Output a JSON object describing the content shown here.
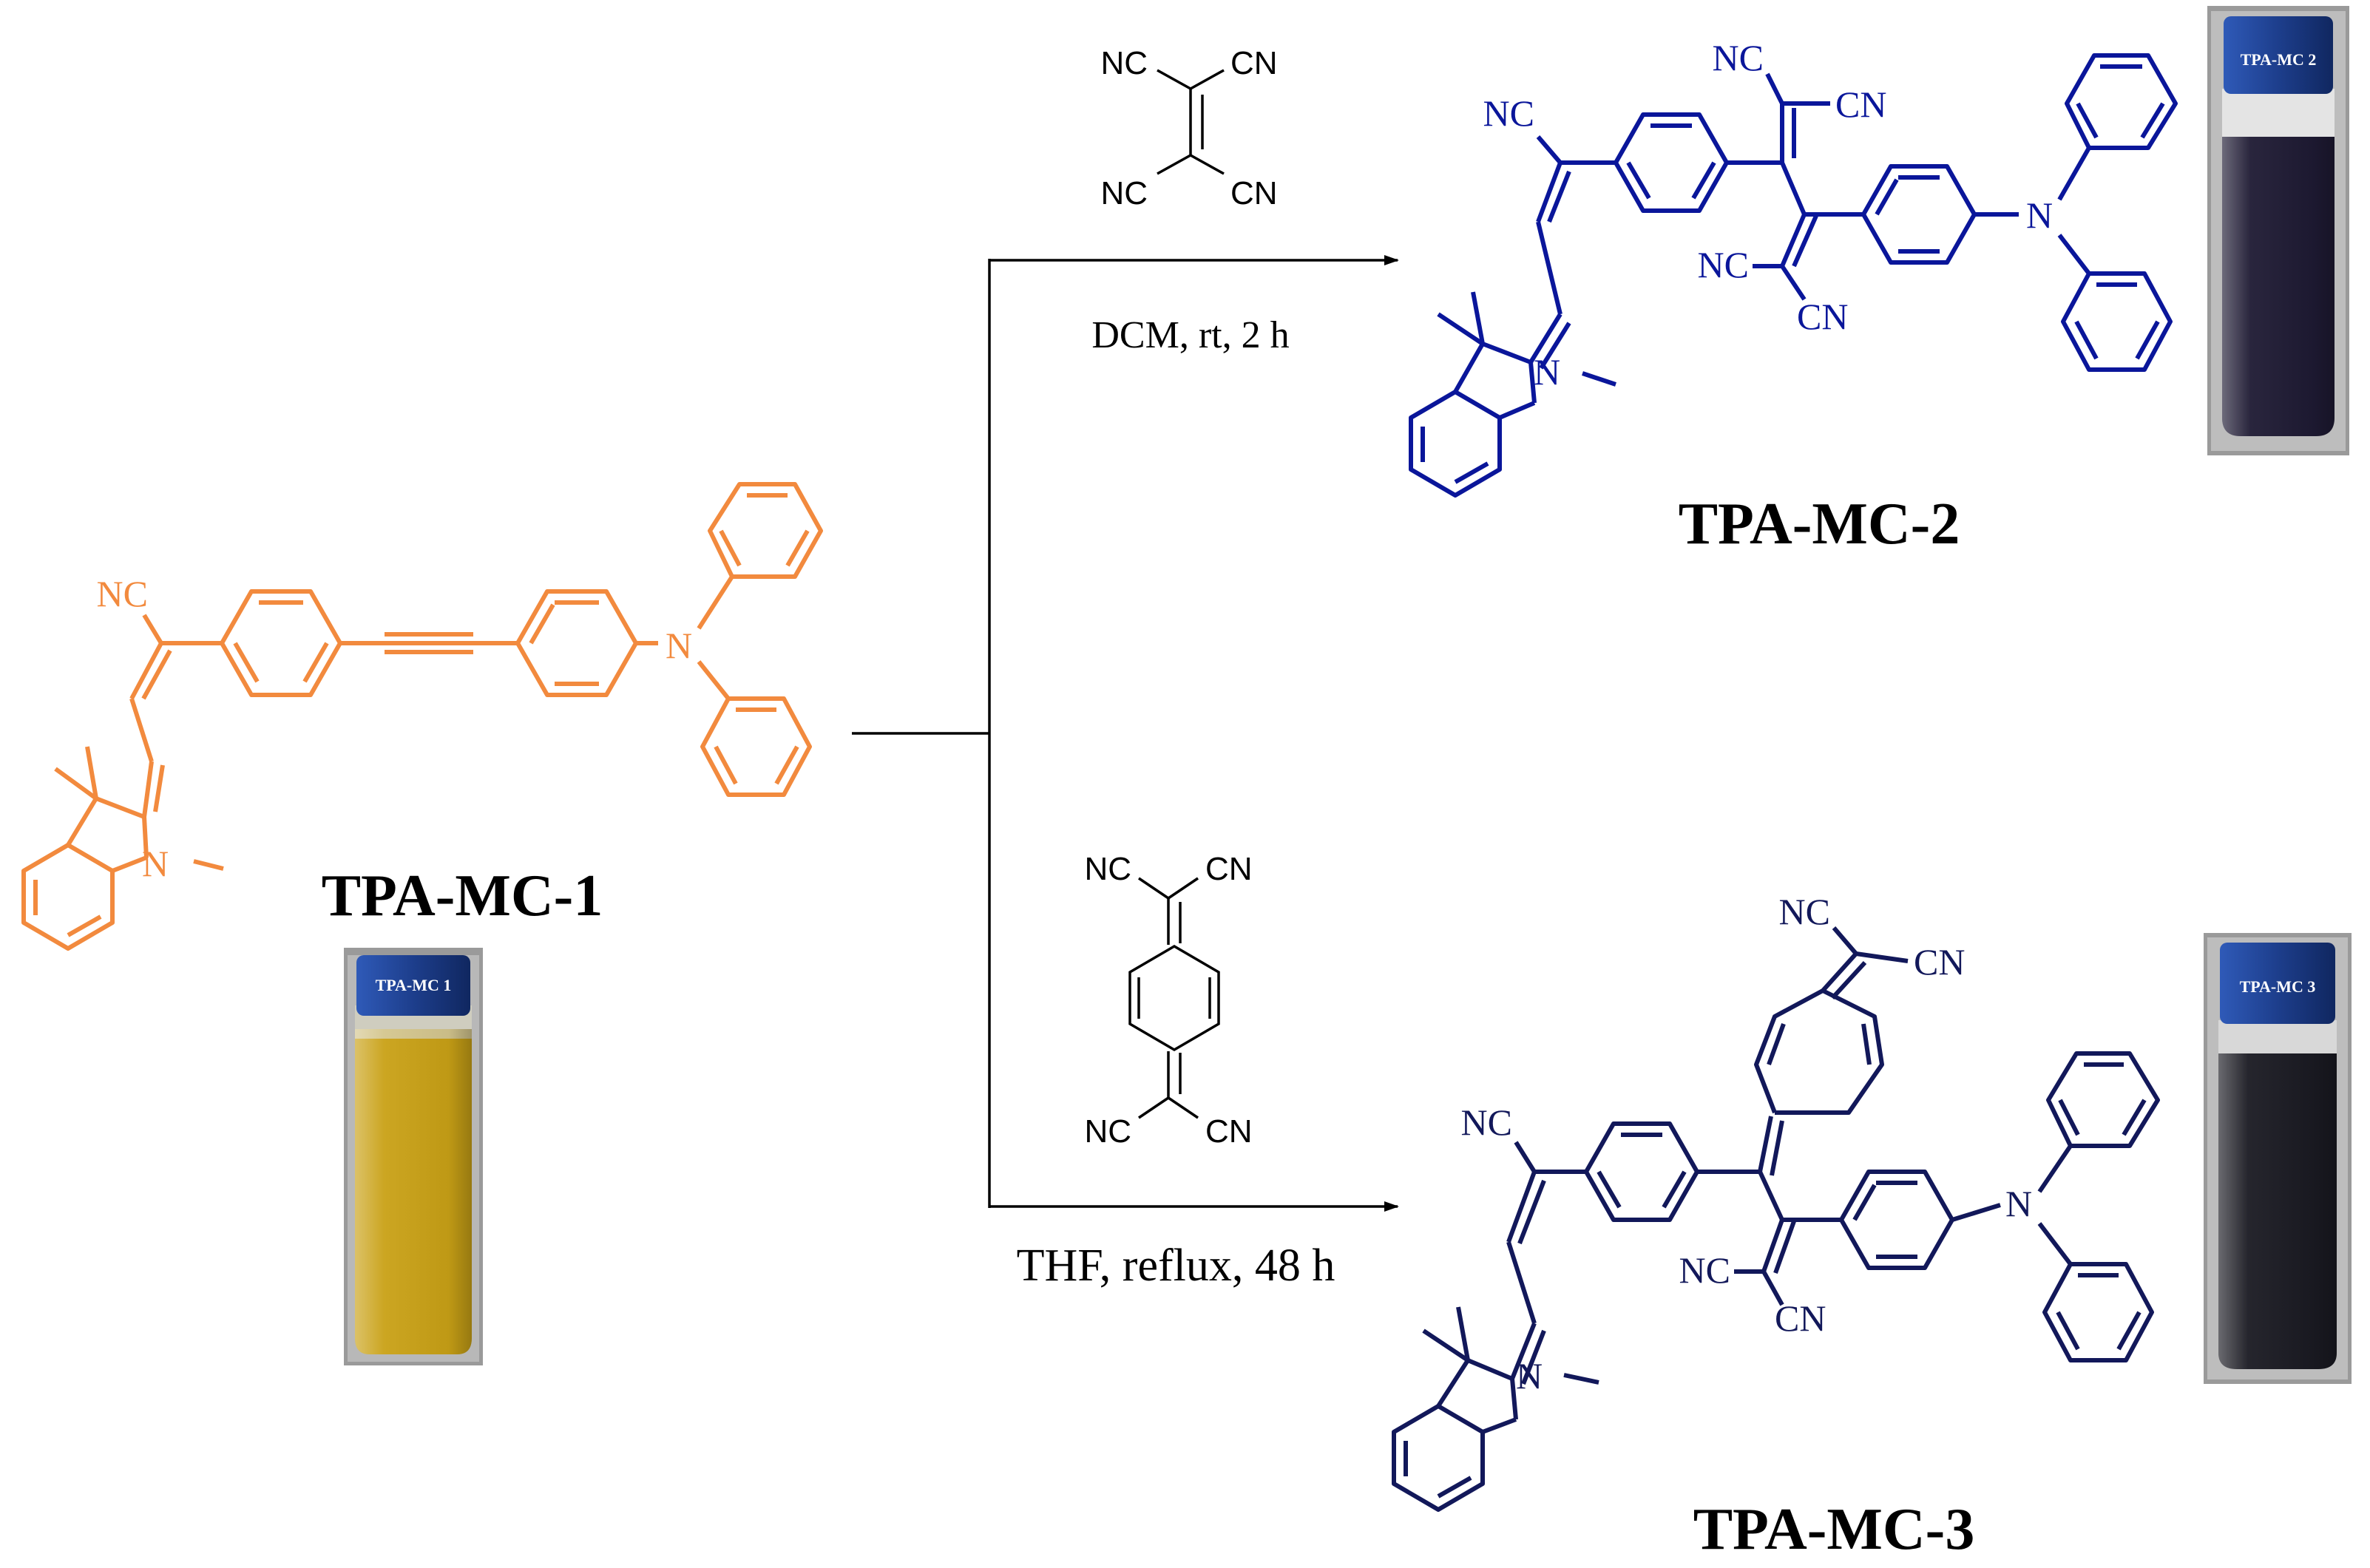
{
  "compounds": {
    "tpa_mc_1": {
      "label": "TPA-MC-1",
      "vial_label": "TPA-MC 1",
      "color": "#F28A3E",
      "solution_color": "#C9A116"
    },
    "tpa_mc_2": {
      "label": "TPA-MC-2",
      "vial_label": "TPA-MC 2",
      "color": "#0A169A",
      "solution_color": "#1E1A33"
    },
    "tpa_mc_3": {
      "label": "TPA-MC-3",
      "vial_label": "TPA-MC 3",
      "color": "#12185A",
      "solution_color": "#1A1A22"
    }
  },
  "reagents": {
    "tcne": {
      "nc_tl": "NC",
      "cn_tr": "CN",
      "nc_bl": "NC",
      "cn_br": "CN"
    },
    "tcnq": {
      "nc_tl": "NC",
      "cn_tr": "CN",
      "nc_bl": "NC",
      "cn_br": "CN"
    }
  },
  "conditions": {
    "top": "DCM, rt, 2 h",
    "bottom": "THF, reflux, 48 h"
  },
  "atoms": {
    "nitrogen": "N",
    "nitrile_left": "NC",
    "nitrile_right": "CN"
  },
  "colors": {
    "arrow": "#000000",
    "cap": "#1D3E8C",
    "tcnq_and_product3": "#12185A"
  }
}
